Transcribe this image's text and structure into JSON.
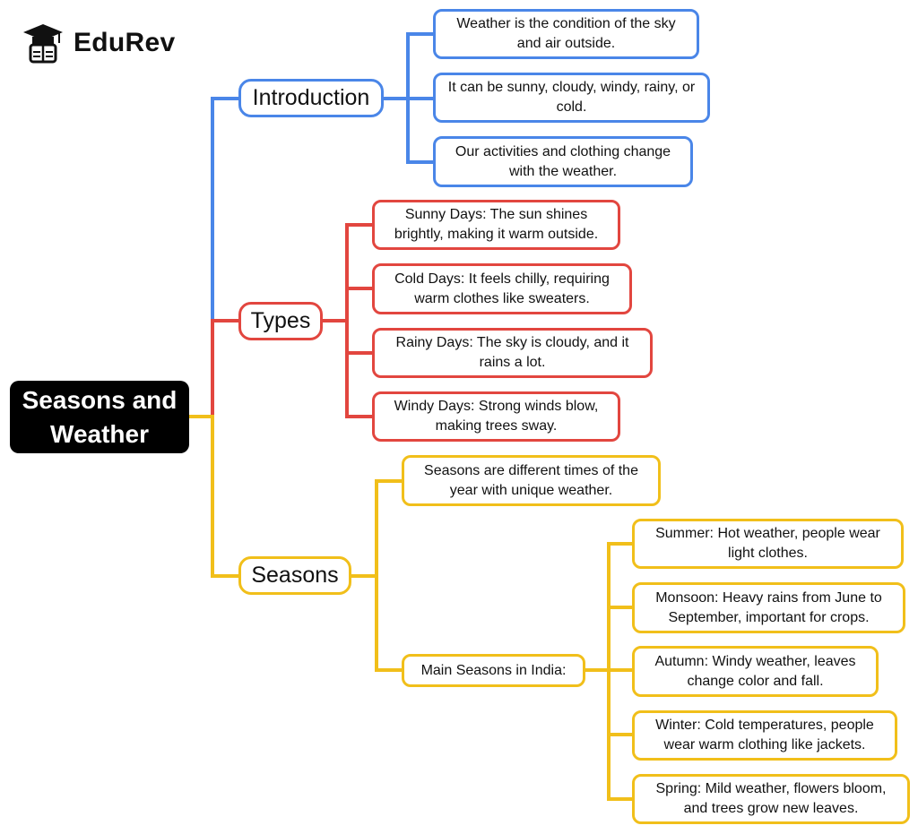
{
  "brand": {
    "name": "EduRev",
    "icon": "graduate-cap-icon"
  },
  "colors": {
    "introduction": "#4a86e8",
    "types": "#e2463f",
    "seasons": "#f1bf1a",
    "root": "#000000"
  },
  "root": {
    "label": "Seasons and Weather"
  },
  "branches": {
    "introduction": {
      "label": "Introduction",
      "items": [
        "Weather is the condition of the sky and air outside.",
        "It can be sunny, cloudy, windy, rainy, or cold.",
        "Our activities and clothing change with the weather."
      ]
    },
    "types": {
      "label": "Types",
      "items": [
        "Sunny Days: The sun shines brightly, making it warm outside.",
        "Cold Days: It feels chilly, requiring warm clothes like sweaters.",
        "Rainy Days: The sky is cloudy, and it rains a lot.",
        "Windy Days: Strong winds blow, making trees sway."
      ]
    },
    "seasons": {
      "label": "Seasons",
      "definition": "Seasons are different times of the year with unique weather.",
      "main": {
        "label": "Main Seasons in India:",
        "items": [
          "Summer: Hot weather, people wear light clothes.",
          "Monsoon: Heavy rains from June to September, important for crops.",
          "Autumn: Windy weather, leaves change color and fall.",
          "Winter: Cold temperatures, people wear warm clothing like jackets.",
          "Spring: Mild weather, flowers bloom, and trees grow new leaves."
        ]
      }
    }
  }
}
